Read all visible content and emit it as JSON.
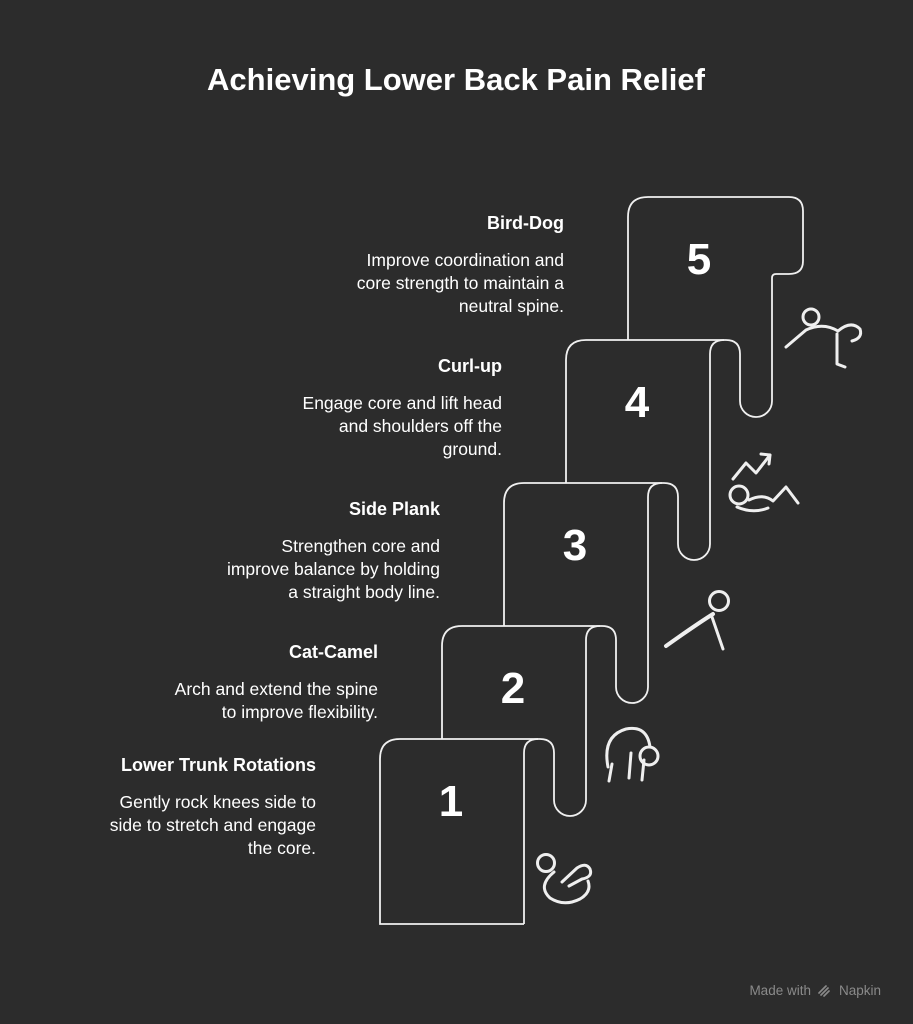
{
  "title": "Achieving Lower Back Pain Relief",
  "steps": [
    {
      "number": "1",
      "title": "Lower Trunk Rotations",
      "desc_lines": [
        "Gently rock knees side to",
        "side to stretch and engage",
        "the core."
      ],
      "icon": "person-lying-knees-tucked-icon"
    },
    {
      "number": "2",
      "title": "Cat-Camel",
      "desc_lines": [
        "Arch and extend the spine",
        "to improve flexibility."
      ],
      "icon": "person-on-all-fours-arched-back-icon"
    },
    {
      "number": "3",
      "title": "Side Plank",
      "desc_lines": [
        "Strengthen core and",
        "improve balance by holding",
        "a straight body line."
      ],
      "icon": "person-side-plank-icon"
    },
    {
      "number": "4",
      "title": "Curl-up",
      "desc_lines": [
        "Engage core and lift head",
        "and shoulders off the",
        "ground."
      ],
      "icon": "person-crunch-with-rising-arrow-icon"
    },
    {
      "number": "5",
      "title": "Bird-Dog",
      "desc_lines": [
        "Improve coordination and",
        "core strength to maintain a",
        "neutral spine."
      ],
      "icon": "person-bird-dog-pose-icon"
    }
  ],
  "footer": {
    "made_with": "Made with",
    "brand": "Napkin"
  },
  "colors": {
    "background": "#2c2c2c",
    "outline": "#f0f0f0",
    "text": "#ffffff",
    "footer_text": "#8a8a8a"
  }
}
